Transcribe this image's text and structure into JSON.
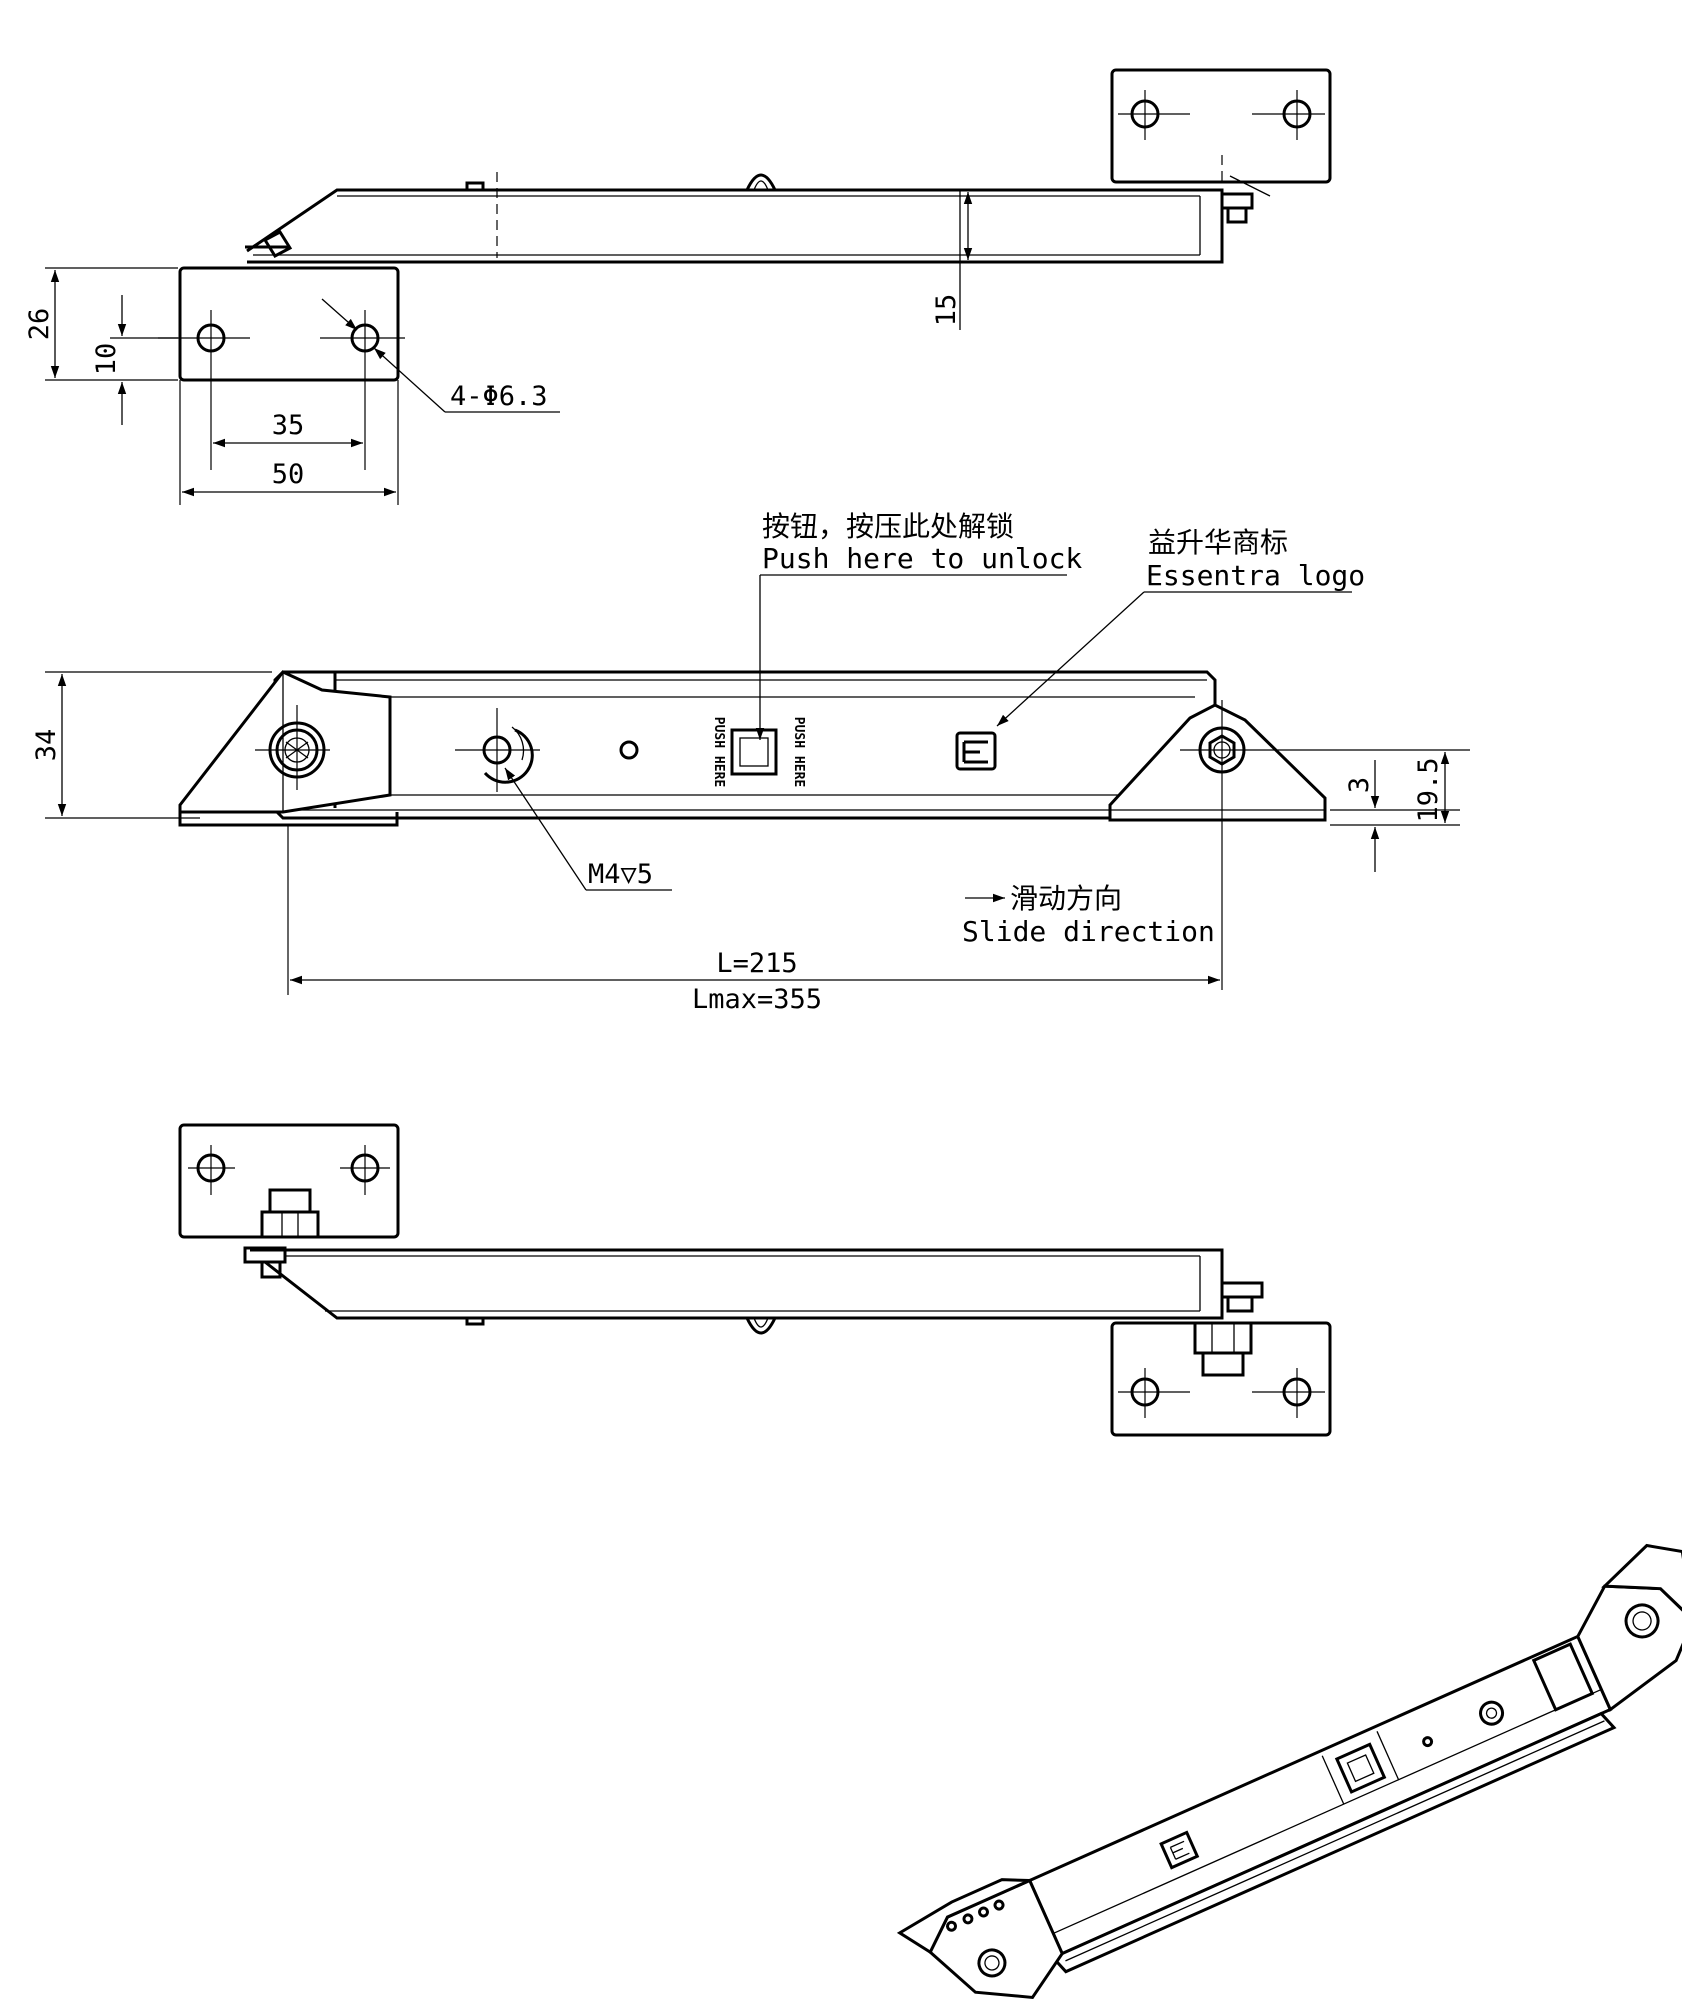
{
  "dimensions": {
    "height_26": "26",
    "height_10": "10",
    "hole_spacing_35": "35",
    "plate_width_50": "50",
    "holes": "4-Φ6.3",
    "arm_height_15": "15",
    "body_height_34": "34",
    "offset_3": "3",
    "pivot_height_19_5": "19.5",
    "thread": "M4▽5",
    "length_closed": "L=215",
    "length_max": "Lmax=355"
  },
  "annotations": {
    "push_cn": "按钮，按压此处解锁",
    "push_en": "Push here to unlock",
    "logo_cn": "益升华商标",
    "logo_en": "Essentra logo",
    "slide_cn": "滑动方向",
    "slide_en": "Slide direction",
    "push_print": "PUSH HERE"
  },
  "colors": {
    "line": "#000000",
    "background": "#ffffff"
  }
}
